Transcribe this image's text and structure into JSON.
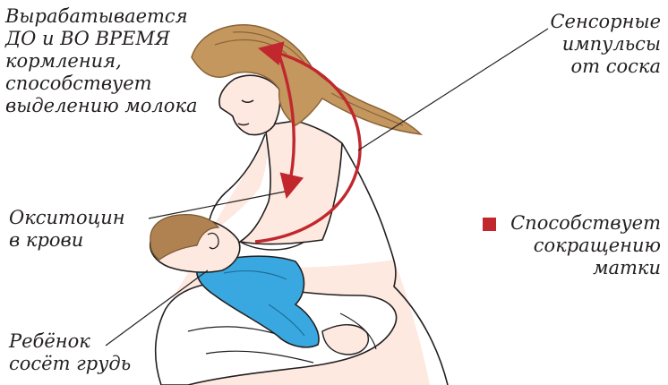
{
  "labels": {
    "produced": [
      "Вырабатывается",
      "ДО и ВО ВРЕМЯ",
      "кормления,",
      "способствует",
      "выделению молока"
    ],
    "sensory": [
      "Сенсорные",
      "импульсы",
      "от соска"
    ],
    "oxytocin": [
      "Окситоцин",
      "в крови"
    ],
    "uterus": [
      "Способствует",
      "сокращению",
      "матки"
    ],
    "baby": [
      "Ребёнок",
      "сосёт грудь"
    ]
  },
  "colors": {
    "arrow": "#c1272d",
    "hair": "#c4975f",
    "hair_dark": "#8a6338",
    "skin": "#fde9e0",
    "baby_hair": "#b08251",
    "baby_clothes": "#3aa8e0",
    "outline": "#231f20"
  },
  "icons": {
    "legend_marker": "red-square-icon"
  }
}
